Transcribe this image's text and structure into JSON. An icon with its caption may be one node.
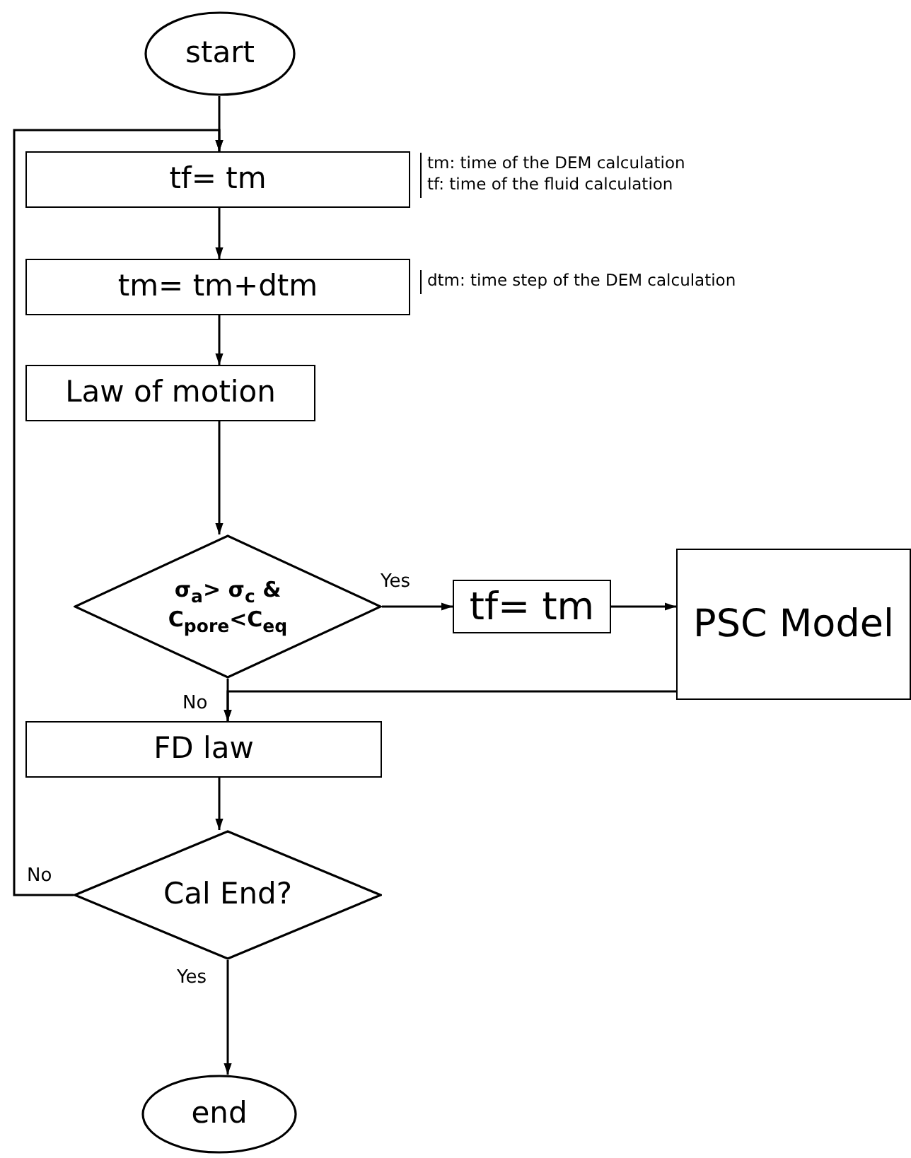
{
  "diagram": {
    "nodes": [
      {
        "text": [
          "start"
        ]
      },
      {
        "text": [
          "tf= tm"
        ],
        "beside": [
          "tm: time of the DEM calculation",
          "tf: time of the fluid calculation"
        ]
      },
      {
        "text": [
          "tm= tm+dtm"
        ],
        "beside": [
          "dtm: time step of the DEM calculation"
        ]
      },
      {
        "text": [
          "Law of motion"
        ]
      },
      {
        "text": [
          "σ$_{a}$> σ$_{c}$ & C$_{pore}$<C$_{eq}$"
        ]
      },
      {
        "text": [
          "tf= tm"
        ]
      },
      {
        "text": [
          "PSC Model"
        ]
      },
      {
        "text": [
          "FD law"
        ]
      },
      {
        "text": [
          "Cal End?"
        ]
      },
      {
        "text": [
          "end"
        ]
      }
    ],
    "edges": [
      {
        "from": 0,
        "to": 1,
        "arrow": "to"
      },
      {
        "from": 1,
        "to": 2,
        "arrow": "to"
      },
      {
        "from": 2,
        "to": 3,
        "arrow": "to"
      },
      {
        "from": 3,
        "to": 4,
        "arrow": "to"
      },
      {
        "from": 4,
        "to": 5,
        "arrow": "to",
        "label": "Yes"
      },
      {
        "from": 5,
        "to": 6,
        "arrow": "to"
      },
      {
        "from": 6,
        "to": 7,
        "arrow": "to"
      },
      {
        "from": 4,
        "to": 7,
        "arrow": "to",
        "label": "No"
      },
      {
        "from": 7,
        "to": 8,
        "arrow": "to"
      },
      {
        "from": 8,
        "to": 9,
        "arrow": "to",
        "label": "Yes"
      },
      {
        "from": 8,
        "to": 1,
        "arrow": "to",
        "label": "No"
      }
    ]
  }
}
